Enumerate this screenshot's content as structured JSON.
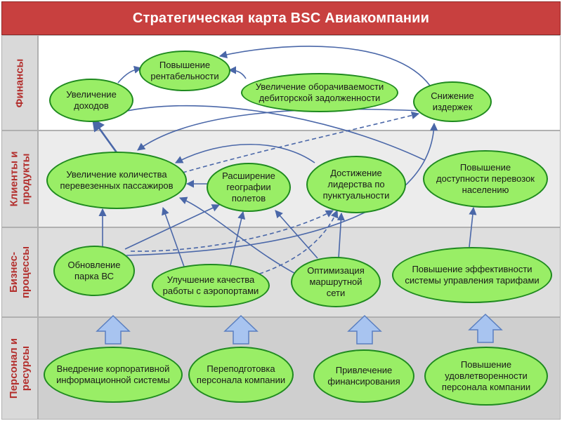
{
  "title": "Стратегическая карта BSC Авиакомпании",
  "perspectives": [
    {
      "id": "finance",
      "label": "Финансы"
    },
    {
      "id": "clients",
      "label": "Клиенты и\nпродукты"
    },
    {
      "id": "processes",
      "label": "Бизнес-\nпроцессы"
    },
    {
      "id": "personnel",
      "label": "Персонал и\nресурсы"
    }
  ],
  "nodes": [
    {
      "id": "profitability",
      "label": "Повышение\nрентабельности"
    },
    {
      "id": "revenue",
      "label": "Увеличение\nдоходов"
    },
    {
      "id": "turnover",
      "label": "Увеличение оборачиваемости\nдебиторской задолженности"
    },
    {
      "id": "costs",
      "label": "Снижение\nиздержек"
    },
    {
      "id": "passengers",
      "label": "Увеличение количества\nперевезенных пассажиров"
    },
    {
      "id": "geography",
      "label": "Расширение\nгеографии\nполетов"
    },
    {
      "id": "punctuality",
      "label": "Достижение\nлидерства по\nпунктуальности"
    },
    {
      "id": "accessibility",
      "label": "Повышение\nдоступности перевозок\nнаселению"
    },
    {
      "id": "fleet",
      "label": "Обновление\nпарка ВС"
    },
    {
      "id": "airports",
      "label": "Улучшение качества\nработы с аэропортами"
    },
    {
      "id": "routes",
      "label": "Оптимизация\nмаршрутной\nсети"
    },
    {
      "id": "tariffs",
      "label": "Повышение эффективности\nсистемы управления тарифами"
    },
    {
      "id": "infosystem",
      "label": "Внедрение корпоративной\nинформационной системы"
    },
    {
      "id": "retraining",
      "label": "Переподготовка\nперсонала компании"
    },
    {
      "id": "financing",
      "label": "Привлечение\nфинансирования"
    },
    {
      "id": "satisfaction",
      "label": "Повышение\nудовлетворенности\nперсонала компании"
    }
  ],
  "colors": {
    "title_bg": "#c8403f",
    "node_fill": "#99ee66",
    "node_border": "#1f8a1f",
    "arrow": "#4a67a8",
    "label_text": "#b3302e",
    "band_finance": "#ffffff",
    "band_clients": "#ececec",
    "band_processes": "#dedede",
    "band_personnel": "#cfcfcf"
  }
}
